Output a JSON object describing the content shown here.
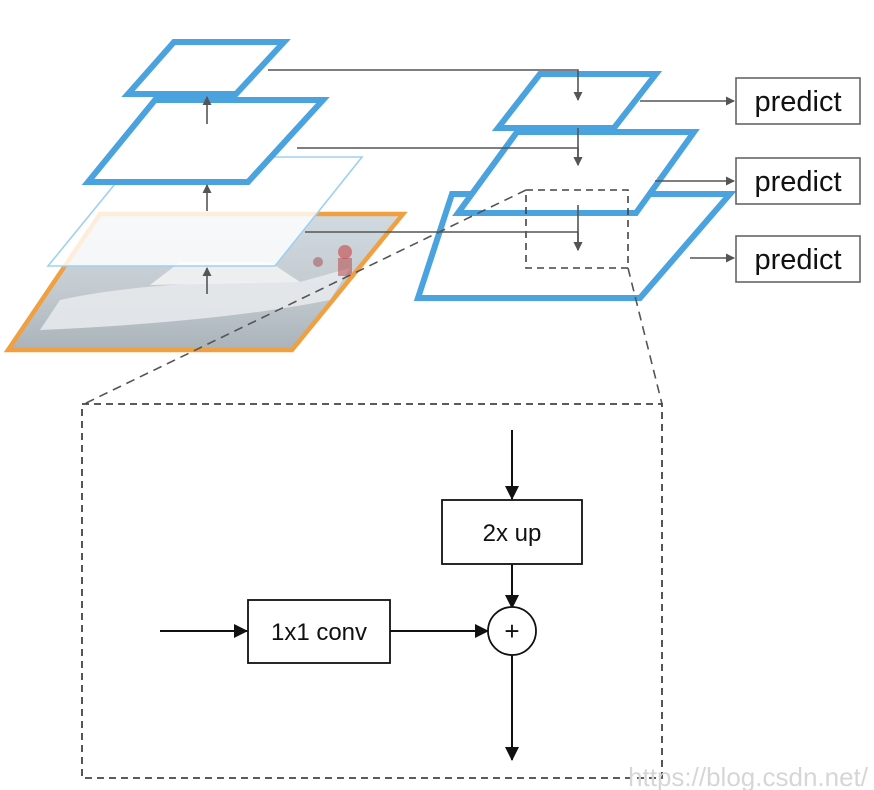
{
  "predict_labels": [
    "predict",
    "predict",
    "predict"
  ],
  "block": {
    "upsample_label": "2x up",
    "lateral_label": "1x1 conv",
    "merge_symbol": "+"
  },
  "watermark": "https://blog.csdn.net/",
  "colors": {
    "pyramid_edge": "#4aa3df",
    "pyramid_edge_light": "#9fd0f0",
    "image_border": "#f0a040",
    "arrow": "#555555",
    "block_line": "#111111",
    "dashed": "#444444"
  }
}
